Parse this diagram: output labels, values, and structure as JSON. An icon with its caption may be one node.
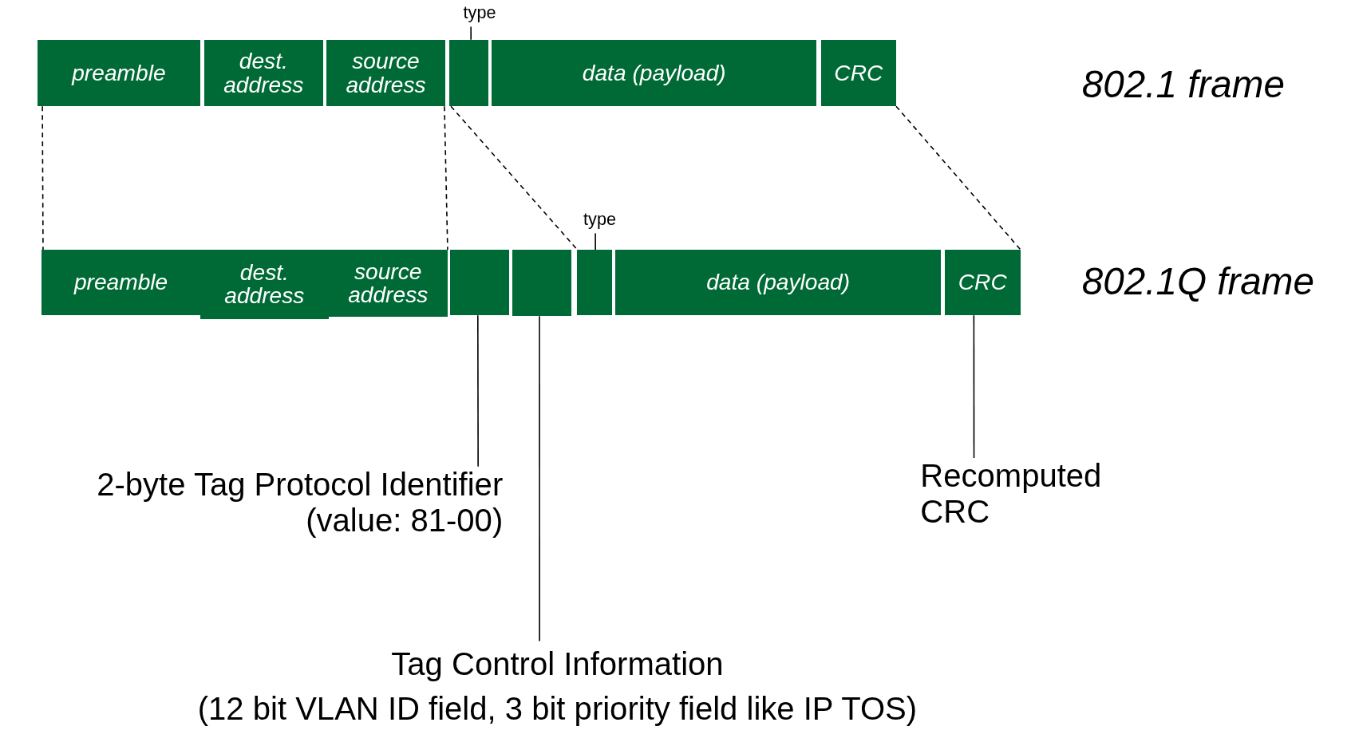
{
  "diagram": {
    "nodes": [
      {
        "text": [
          "type"
        ]
      },
      {
        "text": [
          "preamble"
        ]
      },
      {
        "text": [
          "dest. address"
        ]
      },
      {
        "text": [
          "source address"
        ]
      },
      {
        "text": [],
        "shape": "box"
      },
      {
        "text": [
          "data (payload)"
        ]
      },
      {
        "text": [
          "CRC"
        ]
      },
      {
        "text": [
          "type"
        ]
      },
      {
        "text": [
          "preamble"
        ]
      },
      {
        "text": [
          "dest. address"
        ]
      },
      {
        "text": [
          "source address"
        ]
      },
      {
        "text": [],
        "shape": "box"
      },
      {
        "text": [],
        "shape": "box"
      },
      {
        "text": [],
        "shape": "box"
      },
      {
        "text": [
          "data (payload)"
        ]
      },
      {
        "text": [
          "CRC"
        ]
      },
      {
        "text": [
          "2-byte Tag Protocol Identifier (value: 81-00)"
        ]
      },
      {
        "text": [
          "Tag Control Information",
          "(12 bit VLAN ID field, 3 bit priority field like IP TOS)"
        ]
      },
      {
        "text": [
          "Recomputed CRC"
        ]
      }
    ],
    "edges": [
      {
        "from": 0,
        "to": 4,
        "arrow": "none"
      },
      {
        "from": 7,
        "to": 13,
        "arrow": "none"
      },
      {
        "from": 1,
        "to": 8,
        "arrow": "none",
        "style": "dashed"
      },
      {
        "from": 3,
        "to": 10,
        "arrow": "none",
        "style": "dashed"
      },
      {
        "from": 4,
        "to": 13,
        "arrow": "none",
        "style": "dashed"
      },
      {
        "from": 6,
        "to": 15,
        "arrow": "none",
        "style": "dashed"
      },
      {
        "from": 16,
        "to": 11,
        "arrow": "none"
      },
      {
        "from": 17,
        "to": 12,
        "arrow": "none"
      },
      {
        "from": 18,
        "to": 15,
        "arrow": "none"
      }
    ],
    "labels": [
      "802.1 frame",
      "802.1Q frame"
    ]
  }
}
